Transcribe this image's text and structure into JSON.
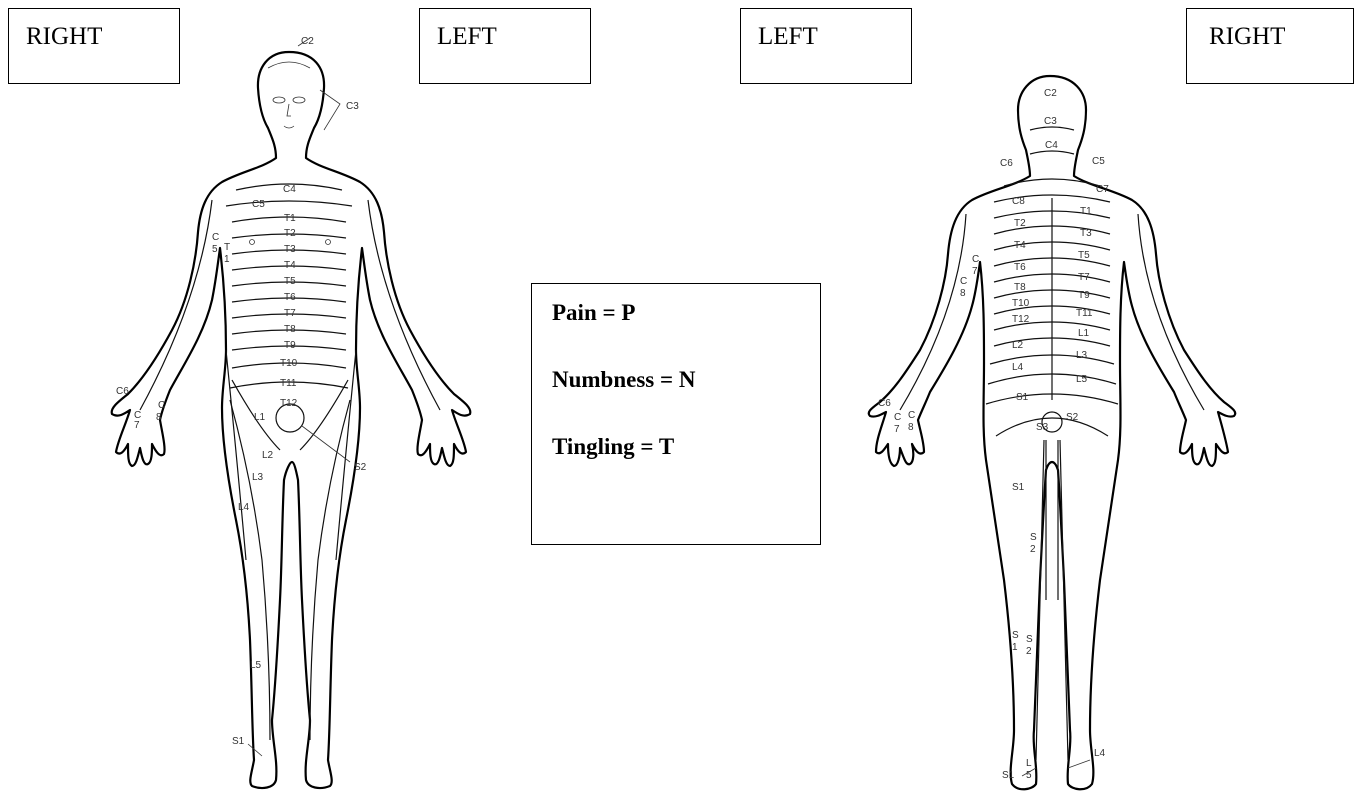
{
  "side_labels": {
    "front_right": "RIGHT",
    "front_left": "LEFT",
    "back_left": "LEFT",
    "back_right": "RIGHT"
  },
  "legend": {
    "pain": "Pain = P",
    "numbness": "Numbness = N",
    "tingling": "Tingling = T"
  },
  "front_labels": {
    "c2": "C2",
    "c3": "C3",
    "c4": "C4",
    "c5": "C5",
    "t1": "T1",
    "t2": "T2",
    "t3": "T3",
    "t4": "T4",
    "t5": "T5",
    "t6": "T6",
    "t7": "T7",
    "t8": "T8",
    "t9": "T9",
    "t10": "T10",
    "t11": "T11",
    "t12": "T12",
    "l1": "L1",
    "l2": "L2",
    "l3": "L3",
    "l4": "L4",
    "l5": "L5",
    "s1": "S1",
    "s2": "S2",
    "c6": "C6",
    "c7": "C",
    "c7b": "7",
    "c8": "C",
    "c8b": "8",
    "arm_c": "C",
    "arm_5": "5",
    "arm_t": "T",
    "arm_1": "1"
  },
  "back_labels": {
    "c2": "C2",
    "c3": "C3",
    "c4": "C4",
    "c5": "C5",
    "c6": "C6",
    "c7": "C7",
    "c8": "C8",
    "t1": "T1",
    "t2": "T2",
    "t3": "T3",
    "t4": "T4",
    "t5": "T5",
    "t6": "T6",
    "t7": "T7",
    "t8": "T8",
    "t9": "T9",
    "t10": "T10",
    "t11": "T11",
    "t12": "T12",
    "l1": "L1",
    "l2": "L2",
    "l3": "L3",
    "l4": "L4",
    "l5": "L5",
    "s1": "S1",
    "s2": "S2",
    "s3": "S3",
    "arm_c": "C",
    "arm_7": "7",
    "arm_c2": "C",
    "arm_8": "8",
    "hand_c6": "C6",
    "hand_c": "C",
    "hand_7": "7",
    "hand_c2": "C",
    "hand_8": "8",
    "leg_s": "S",
    "leg_2": "2",
    "leg_s1a": "S",
    "leg_1a": "1",
    "leg_s2a": "S",
    "leg_2a": "2",
    "foot_s1": "S1",
    "foot_l": "L",
    "foot_5": "5",
    "foot_l4": "L4"
  }
}
